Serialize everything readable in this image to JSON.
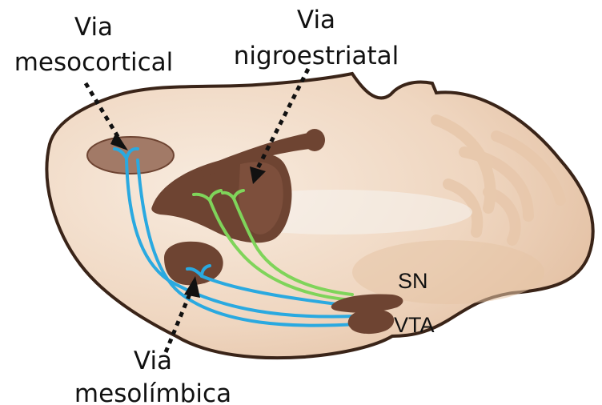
{
  "labels": {
    "mesocortical": [
      "Via",
      "mesocortical"
    ],
    "nigrostriatal": [
      "Via",
      "nigroestriatal"
    ],
    "mesolimbic": [
      "Via",
      "mesolímbica"
    ],
    "sn": "SN",
    "vta": "VTA"
  },
  "colors": {
    "brain_fill": "#ecd1b8",
    "brain_outline": "#3a2418",
    "nucleus": "#6e4432",
    "nucleus_light": "#a27a67",
    "blue_pathway": "#2aa9e0",
    "green_pathway": "#7fd45a"
  }
}
